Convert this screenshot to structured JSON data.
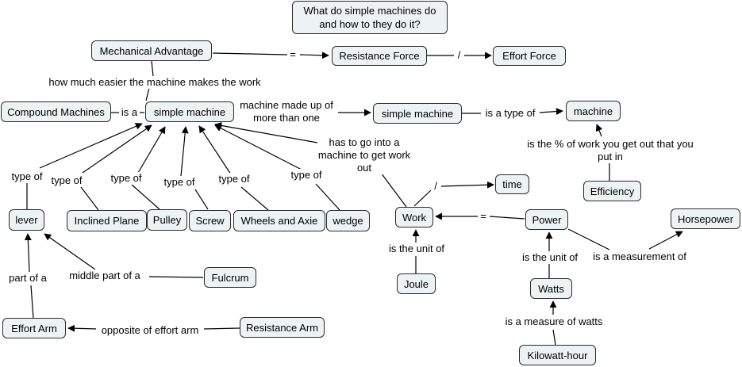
{
  "nodes": {
    "question": "What do simple machines do and how to they do it?",
    "mechanical_advantage": "Mechanical Advantage",
    "resistance_force": "Resistance Force",
    "effort_force": "Effort Force",
    "compound_machines": "Compound Machines",
    "simple_machine_center": "simple machine",
    "simple_machine_right": "simple machine",
    "machine": "machine",
    "efficiency": "Efficiency",
    "time": "time",
    "work": "Work",
    "power": "Power",
    "horsepower": "Horsepower",
    "joule": "Joule",
    "watts": "Watts",
    "kilowatt_hour": "Kilowatt-hour",
    "lever": "lever",
    "inclined_plane": "Inclined Plane",
    "pulley": "Pulley",
    "screw": "Screw",
    "wheels_and_axie": "Wheels and Axie",
    "wedge": "wedge",
    "fulcrum": "Fulcrum",
    "effort_arm": "Effort Arm",
    "resistance_arm": "Resistance Arm"
  },
  "links": {
    "equals_1": "=",
    "divide_1": "/",
    "how_much_easier": "how much easier the machine makes the work",
    "is_a": "is a",
    "machine_made_up": "machine made up of more than one",
    "is_a_type_of": "is a type of",
    "percent_of_work": "is the % of work you get out that you put in",
    "has_to_go_into": "has to go into a machine to get work out",
    "divide_2": "/",
    "equals_2": "=",
    "is_the_unit_of_1": "is the unit of",
    "is_the_unit_of_2": "is the unit of",
    "is_a_measurement_of": "is a measurement of",
    "is_a_measure_of_watts": "is a measure of watts",
    "type_of_lever": "type of",
    "type_of_inclined": "type of",
    "type_of_pulley": "type of",
    "type_of_screw": "type of",
    "type_of_wheels": "type of",
    "type_of_wedge": "type of",
    "middle_part_of_a": "middle part of a",
    "part_of_a": "part of a",
    "opposite_of_effort_arm": "opposite of effort arm"
  }
}
